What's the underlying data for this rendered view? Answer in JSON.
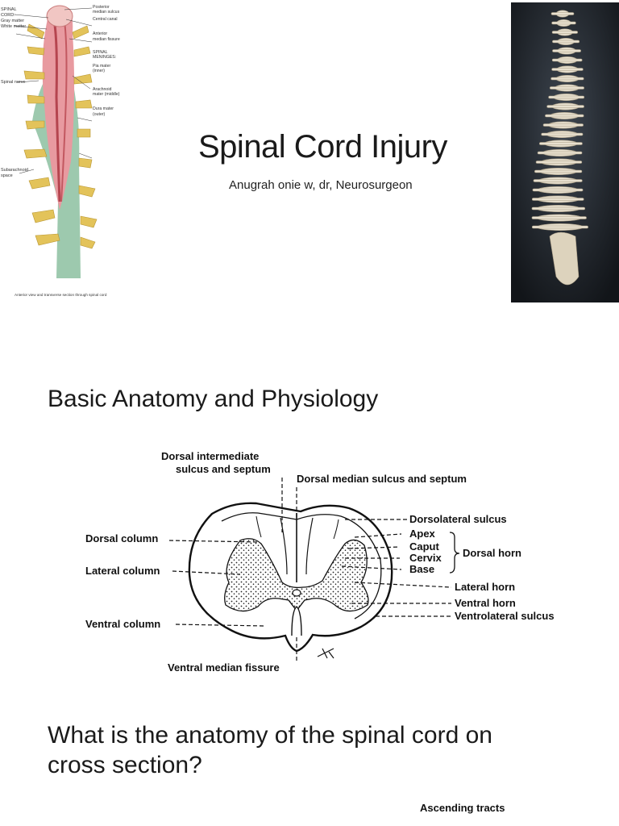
{
  "slide1": {
    "title": "Spinal Cord Injury",
    "subtitle": "Anugrah onie w, dr, Neurosurgeon",
    "anatomy_image": {
      "left_labels": [
        "SPINAL CORD:",
        "Gray matter",
        "White matter",
        "Spinal nerve",
        "Subarachnoid space"
      ],
      "right_labels": [
        "Posterior median sulcus",
        "Central canal",
        "Anterior median fissure",
        "SPINAL MENINGES:",
        "Pia mater (inner)",
        "Arachnoid mater (middle)",
        "Dura mater (outer)"
      ],
      "caption": "Anterior view and transverse section through spinal cord"
    }
  },
  "slide2": {
    "title": "Basic Anatomy and Physiology",
    "diagram": {
      "top_left_label_1": "Dorsal intermediate",
      "top_left_label_2": "sulcus and septum",
      "top_right_label": "Dorsal median sulcus and septum",
      "left_labels": [
        "Dorsal column",
        "Lateral column",
        "Ventral column"
      ],
      "right_labels": [
        "Dorsolateral sulcus",
        "Apex",
        "Caput",
        "Cervix",
        "Base",
        "Lateral horn",
        "Ventral horn",
        "Ventrolateral sulcus"
      ],
      "brace_label": "Dorsal horn",
      "bottom_label": "Ventral median fissure"
    }
  },
  "slide3": {
    "title_line1": "What is the anatomy of the spinal cord on",
    "title_line2": "cross section?",
    "ascending_label": "Ascending tracts"
  }
}
